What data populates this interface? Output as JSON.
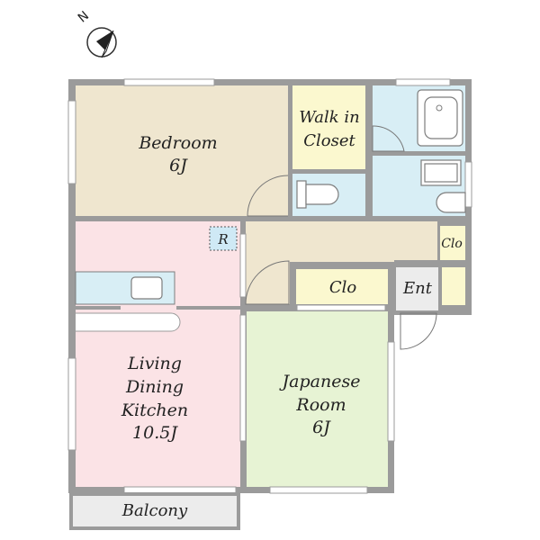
{
  "compass": {
    "label": "N",
    "icon": "north-arrow-icon"
  },
  "rooms": {
    "bedroom": {
      "name": "Bedroom",
      "size": "6J",
      "color": "#efe6cf"
    },
    "walk_in_closet": {
      "line1": "Walk in",
      "line2": "Closet",
      "color": "#fbf8cf"
    },
    "ldk": {
      "line1": "Living",
      "line2": "Dining",
      "line3": "Kitchen",
      "size": "10.5J",
      "color": "#fbe3e6"
    },
    "japanese_room": {
      "line1": "Japanese",
      "line2": "Room",
      "size": "6J",
      "color": "#e7f3d4"
    },
    "closet_center": {
      "name": "Clo",
      "color": "#fbf8cf"
    },
    "closet_right": {
      "name": "Clo",
      "color": "#fbf8cf"
    },
    "entrance": {
      "name": "Ent",
      "color": "#ececec"
    },
    "balcony": {
      "name": "Balcony",
      "color": "#ececec"
    },
    "hallway": {
      "color": "#efe6cf"
    },
    "wet_areas": {
      "color": "#d8eef5"
    }
  },
  "refrigerator": {
    "label": "R"
  }
}
